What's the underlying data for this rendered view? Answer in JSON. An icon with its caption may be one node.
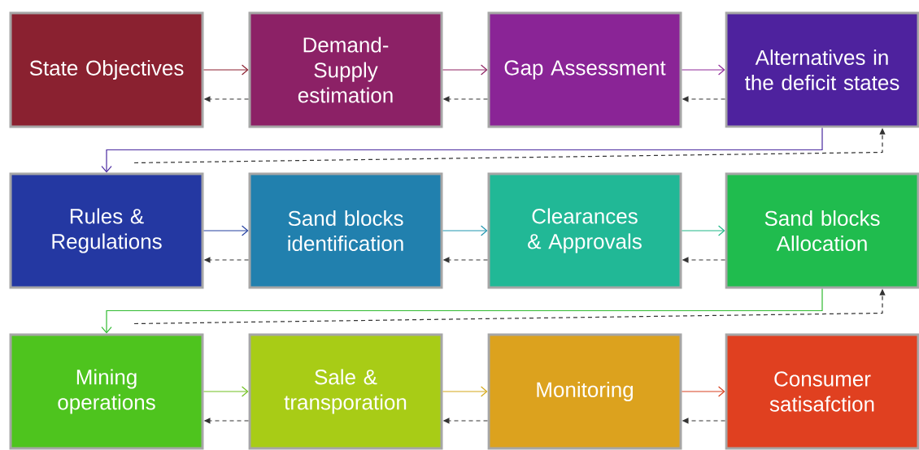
{
  "diagram": {
    "nodes": [
      {
        "text": [
          "State Objectives"
        ]
      },
      {
        "text": [
          "Demand-Supply estimation"
        ]
      },
      {
        "text": [
          "Gap Assessment"
        ]
      },
      {
        "text": [
          "Alternatives in the deficit states"
        ]
      },
      {
        "text": [
          "Rules & Regulations"
        ]
      },
      {
        "text": [
          "Sand blocks identification"
        ]
      },
      {
        "text": [
          "Clearances & Approvals"
        ]
      },
      {
        "text": [
          "Sand blocks Allocation"
        ]
      },
      {
        "text": [
          "Mining operations"
        ]
      },
      {
        "text": [
          "Sale & transporation"
        ]
      },
      {
        "text": [
          "Monitoring"
        ]
      },
      {
        "text": [
          "Consumer satisafction"
        ]
      }
    ],
    "edges": [
      {
        "from": 0,
        "to": 1,
        "arrow": "to",
        "color": "#8b2030"
      },
      {
        "from": 1,
        "to": 0,
        "arrow": "to",
        "style": "dashed"
      },
      {
        "from": 1,
        "to": 2,
        "arrow": "to",
        "color": "#8e2262"
      },
      {
        "from": 2,
        "to": 1,
        "arrow": "to",
        "style": "dashed"
      },
      {
        "from": 2,
        "to": 3,
        "arrow": "to",
        "color": "#8e2898"
      },
      {
        "from": 3,
        "to": 2,
        "arrow": "to",
        "style": "dashed"
      },
      {
        "from": 3,
        "to": 4,
        "arrow": "to",
        "color": "#4a2aa0"
      },
      {
        "from": 4,
        "to": 3,
        "arrow": "to",
        "style": "dashed"
      },
      {
        "from": 4,
        "to": 5,
        "arrow": "to",
        "color": "#2540a0"
      },
      {
        "from": 5,
        "to": 4,
        "arrow": "to",
        "style": "dashed"
      },
      {
        "from": 5,
        "to": 6,
        "arrow": "to",
        "color": "#2096b0"
      },
      {
        "from": 6,
        "to": 5,
        "arrow": "to",
        "style": "dashed"
      },
      {
        "from": 6,
        "to": 7,
        "arrow": "to",
        "color": "#20b888"
      },
      {
        "from": 7,
        "to": 6,
        "arrow": "to",
        "style": "dashed"
      },
      {
        "from": 7,
        "to": 8,
        "arrow": "to",
        "color": "#30bb30"
      },
      {
        "from": 8,
        "to": 7,
        "arrow": "to",
        "style": "dashed"
      },
      {
        "from": 8,
        "to": 9,
        "arrow": "to",
        "color": "#70c020"
      },
      {
        "from": 9,
        "to": 8,
        "arrow": "to",
        "style": "dashed"
      },
      {
        "from": 9,
        "to": 10,
        "arrow": "to",
        "color": "#d4a818"
      },
      {
        "from": 10,
        "to": 9,
        "arrow": "to",
        "style": "dashed"
      },
      {
        "from": 10,
        "to": 11,
        "arrow": "to",
        "color": "#d84020"
      },
      {
        "from": 11,
        "to": 10,
        "arrow": "to",
        "style": "dashed"
      }
    ]
  }
}
